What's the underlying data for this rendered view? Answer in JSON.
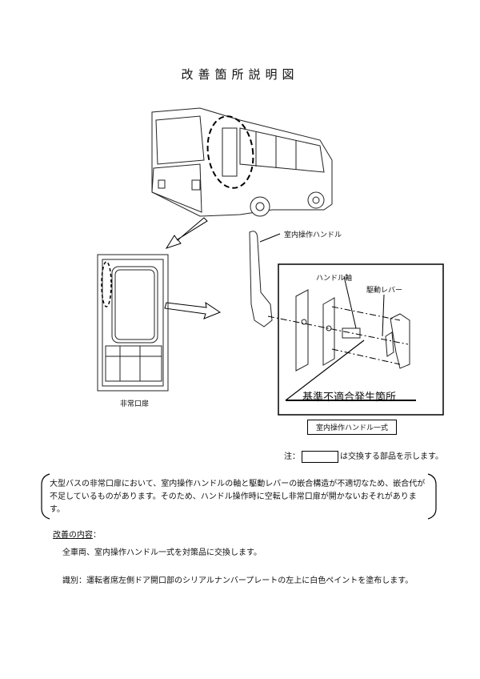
{
  "title": "改善箇所説明図",
  "figure": {
    "handle_label": "室内操作ハンドル",
    "shaft_label": "ハンドル軸",
    "lever_label": "駆動レバー",
    "defect_label": "基準不適合発生箇所",
    "assembly_label": "室内操作ハンドル一式",
    "door_label": "非常口扉"
  },
  "note": {
    "prefix": "注：",
    "suffix": "は交換する部品を示します。"
  },
  "description": "大型バスの非常口扉において、室内操作ハンドルの軸と駆動レバーの嵌合構造が不適切なため、嵌合代が不足しているものがあります。そのため、ハンドル操作時に空転し非常口扉が開かないおそれがあります。",
  "improvement": {
    "heading": "改善の内容",
    "colon": "：",
    "body": "全車両、室内操作ハンドル一式を対策品に交換します。",
    "identification": "識別：運転者席左側ドア開口部のシリアルナンバープレートの左上に白色ペイントを塗布します。"
  }
}
